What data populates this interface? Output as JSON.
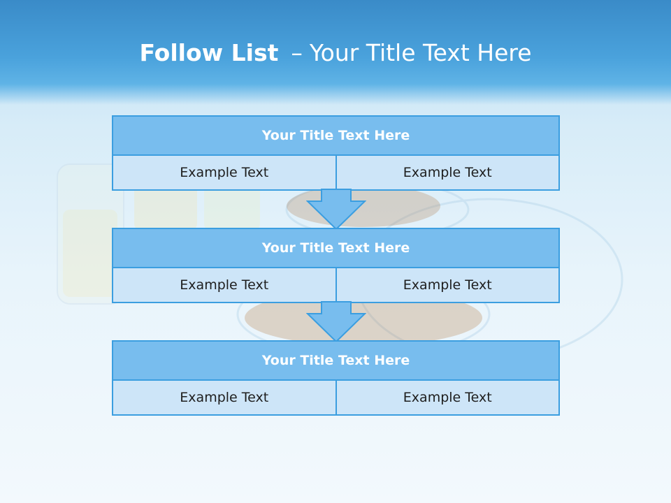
{
  "slide": {
    "title_bold": "Follow List",
    "title_sep": "–",
    "title_rest": "Your Title Text Here"
  },
  "steps": [
    {
      "title": "Your Title Text Here",
      "cells": [
        "Example Text",
        "Example Text"
      ]
    },
    {
      "title": "Your Title Text Here",
      "cells": [
        "Example Text",
        "Example Text"
      ]
    },
    {
      "title": "Your Title Text Here",
      "cells": [
        "Example Text",
        "Example Text"
      ]
    }
  ],
  "colors": {
    "header": "#4aa2dc",
    "title_fill": "#78bdee",
    "cell_fill": "#cde5f8",
    "border": "#3b9ee0",
    "arrow_fill": "#78bdee"
  }
}
